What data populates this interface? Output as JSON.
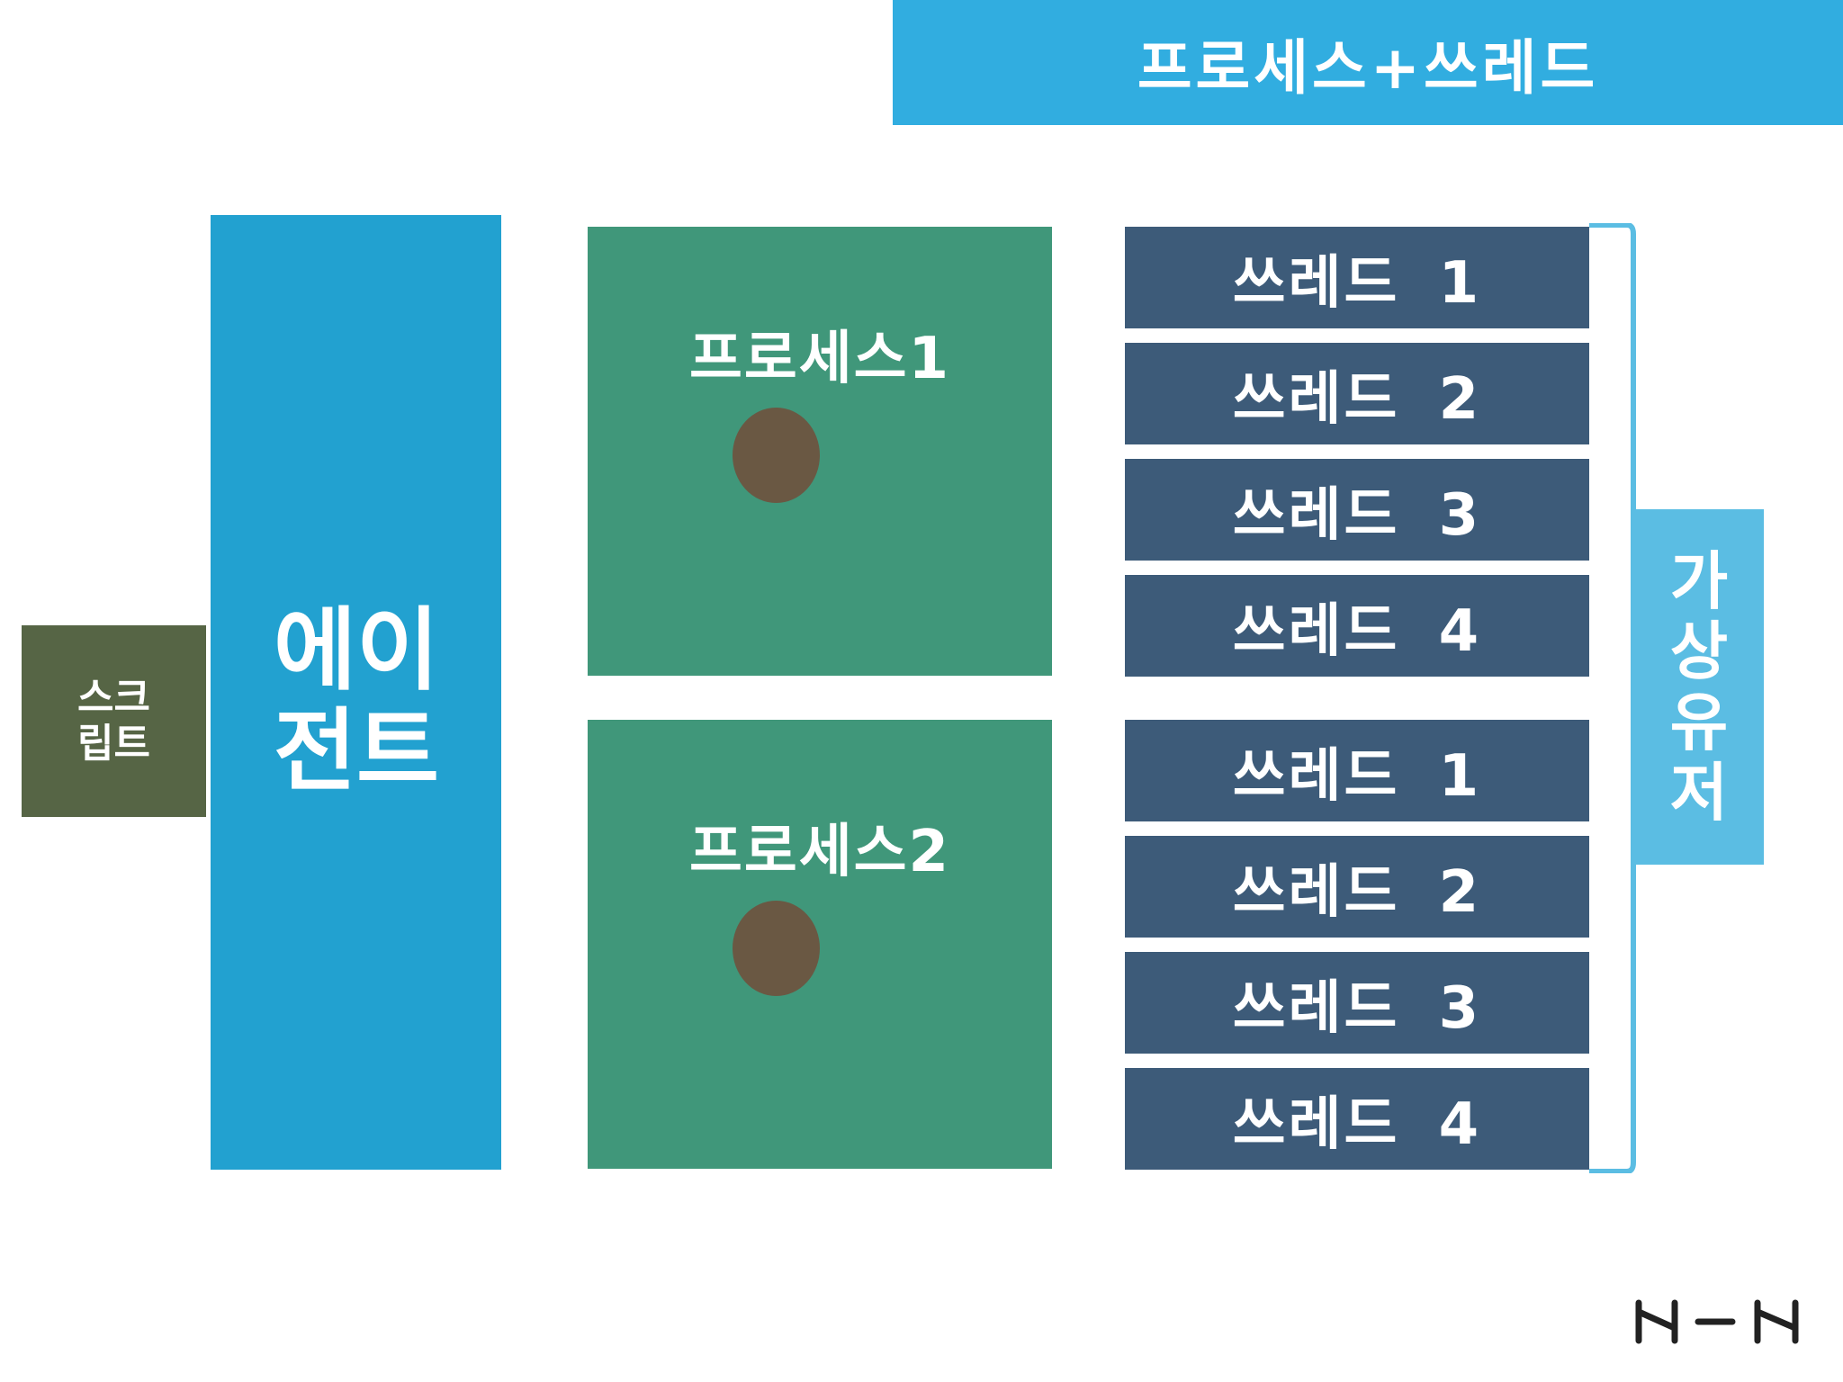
{
  "header": {
    "title": "프로세스+쓰레드"
  },
  "script_box": {
    "line1": "스크",
    "line2": "립트"
  },
  "agent_box": {
    "line1": "에이",
    "line2": "전트"
  },
  "processes": [
    {
      "label": "프로세스1"
    },
    {
      "label": "프로세스2"
    }
  ],
  "threads": [
    {
      "label": "쓰레드 1"
    },
    {
      "label": "쓰레드 2"
    },
    {
      "label": "쓰레드 3"
    },
    {
      "label": "쓰레드 4"
    },
    {
      "label": "쓰레드 1"
    },
    {
      "label": "쓰레드 2"
    },
    {
      "label": "쓰레드 3"
    },
    {
      "label": "쓰레드 4"
    }
  ],
  "virtual_user_box": {
    "chars": [
      "가",
      "상",
      "유",
      "저"
    ]
  },
  "logo": {
    "text": "NHN"
  },
  "colors": {
    "header_blue": "#31ade0",
    "agent_blue": "#22a1d0",
    "script_olive": "#566545",
    "process_green": "#40977a",
    "thread_navy": "#3d5b79",
    "virtual_user_blue": "#5bbde3",
    "dot_brown": "#6a5843",
    "logo_dark": "#222222"
  }
}
